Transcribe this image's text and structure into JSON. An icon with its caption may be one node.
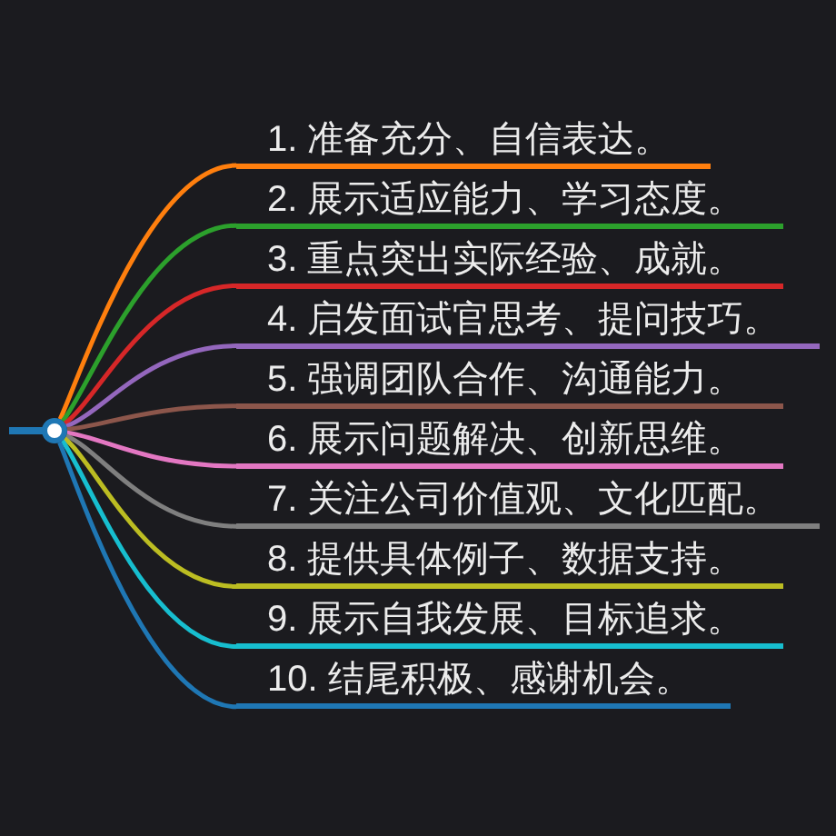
{
  "diagram": {
    "nodes": [
      {
        "text": [],
        "shape": "circle"
      },
      {
        "text": [
          "1. 准备充分、自信表达。"
        ]
      },
      {
        "text": [
          "2. 展示适应能力、学习态度。"
        ]
      },
      {
        "text": [
          "3. 重点突出实际经验、成就。"
        ]
      },
      {
        "text": [
          "4. 启发面试官思考、提问技巧。"
        ]
      },
      {
        "text": [
          "5. 强调团队合作、沟通能力。"
        ]
      },
      {
        "text": [
          "6. 展示问题解决、创新思维。"
        ]
      },
      {
        "text": [
          "7. 关注公司价值观、文化匹配。"
        ]
      },
      {
        "text": [
          "8. 提供具体例子、数据支持。"
        ]
      },
      {
        "text": [
          "9. 展示自我发展、目标追求。"
        ]
      },
      {
        "text": [
          "10. 结尾积极、感谢机会。"
        ]
      }
    ],
    "edges": [
      {
        "from": 0,
        "to": 1,
        "arrow": "none",
        "color": "#ff7f0e"
      },
      {
        "from": 0,
        "to": 2,
        "arrow": "none",
        "color": "#2ca02c"
      },
      {
        "from": 0,
        "to": 3,
        "arrow": "none",
        "color": "#d62728"
      },
      {
        "from": 0,
        "to": 4,
        "arrow": "none",
        "color": "#9467bd"
      },
      {
        "from": 0,
        "to": 5,
        "arrow": "none",
        "color": "#8c564b"
      },
      {
        "from": 0,
        "to": 6,
        "arrow": "none",
        "color": "#e377c2"
      },
      {
        "from": 0,
        "to": 7,
        "arrow": "none",
        "color": "#7f7f7f"
      },
      {
        "from": 0,
        "to": 8,
        "arrow": "none",
        "color": "#bcbd22"
      },
      {
        "from": 0,
        "to": 9,
        "arrow": "none",
        "color": "#17becf"
      },
      {
        "from": 0,
        "to": 10,
        "arrow": "none",
        "color": "#1f77b4"
      }
    ]
  }
}
